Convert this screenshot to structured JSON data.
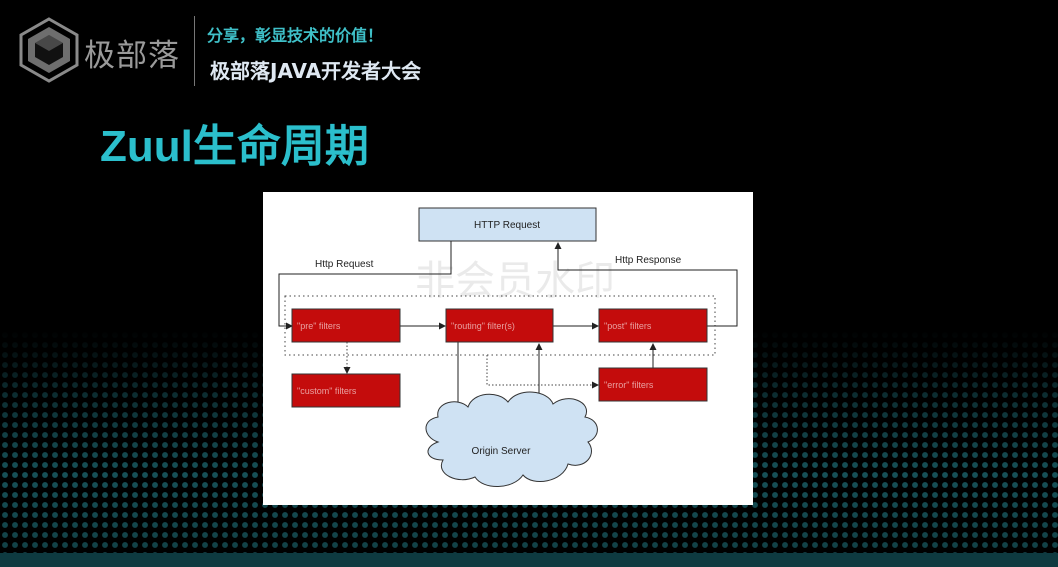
{
  "header": {
    "logo_text": "极部落",
    "slogan": "分享，彰显技术的价值！",
    "conference": "极部落JAVA开发者大会"
  },
  "slide": {
    "title": "Zuul生命周期"
  },
  "diagram": {
    "http_request_box": "HTTP Request",
    "http_request_label": "Http Request",
    "http_response_label": "Http Response",
    "pre_filters": "\"pre\" filters",
    "routing_filters": "\"routing\" filter(s)",
    "post_filters": "\"post\" filters",
    "custom_filters": "\"custom\" filters",
    "error_filters": "\"error\" filters",
    "origin_server": "Origin Server",
    "watermark": "非会员水印",
    "colors": {
      "filter_box": "#c40c0c",
      "request_box": "#cfe2f3",
      "cloud": "#cfe2f3",
      "accent": "#2bbfcc"
    }
  }
}
